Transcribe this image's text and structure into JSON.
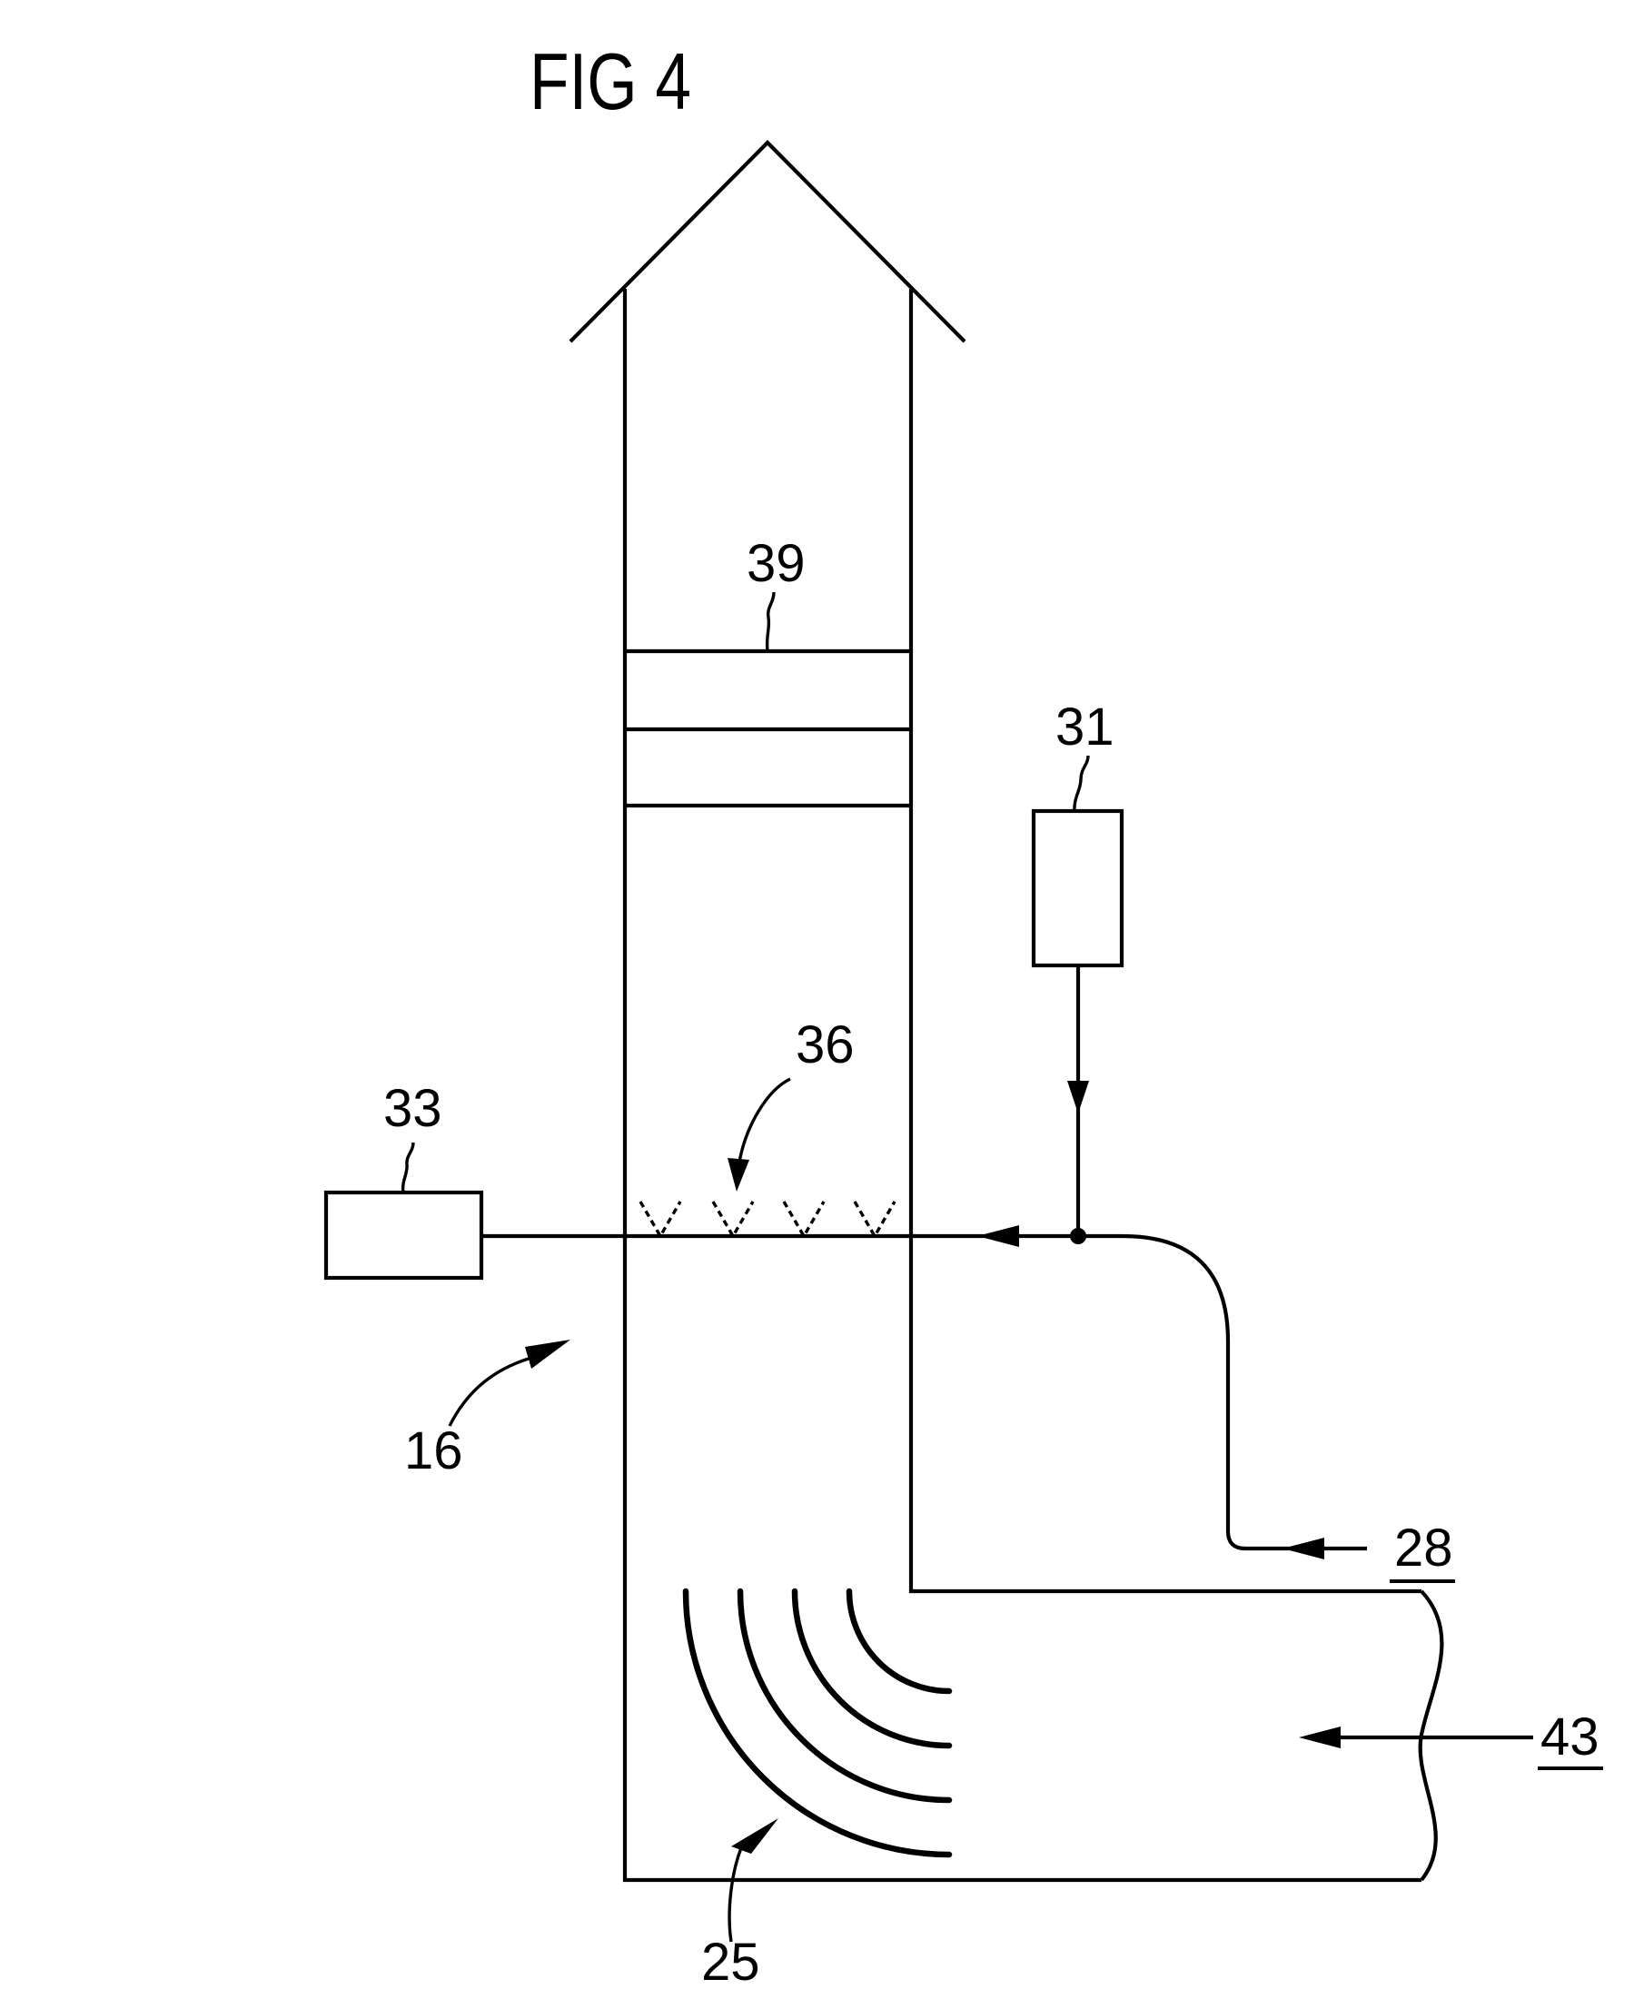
{
  "figure": {
    "title": "FIG 4"
  },
  "labels": {
    "stack": "16",
    "turning_vanes": "25",
    "inlet_fluid": "28",
    "supply_unit": "31",
    "discharge_unit": "33",
    "nozzles": "36",
    "packing": "39",
    "flue_gas": "43"
  }
}
